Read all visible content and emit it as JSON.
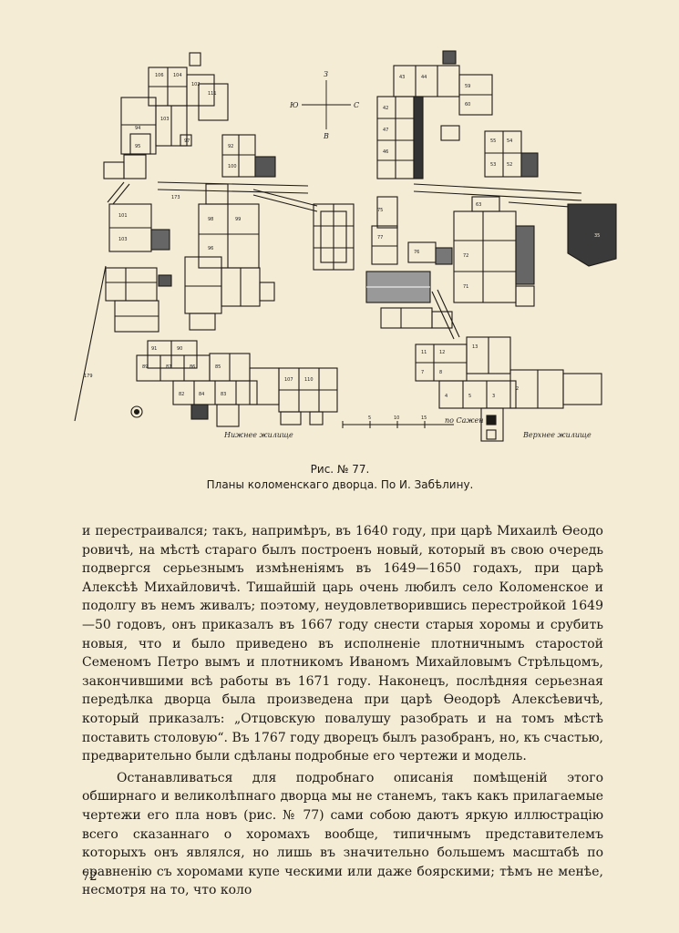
{
  "figure": {
    "compass": {
      "north": "З",
      "south": "В",
      "west": "Ю",
      "east": "С"
    },
    "label_left": "Нижнее жилище",
    "label_right": "Верхнее жилище",
    "scale_label": "по Сажен",
    "scale_ticks": [
      "5",
      "10",
      "15"
    ],
    "room_numbers_left": [
      "106",
      "104",
      "102",
      "111",
      "103",
      "97",
      "94",
      "95",
      "92",
      "100",
      "101",
      "103",
      "98",
      "99",
      "96",
      "91",
      "90",
      "89",
      "87",
      "86",
      "85",
      "82",
      "84",
      "83",
      "107",
      "110",
      "173",
      "179"
    ],
    "room_numbers_right": [
      "43",
      "44",
      "42",
      "47",
      "46",
      "55",
      "54",
      "53",
      "52",
      "59",
      "60",
      "63",
      "75",
      "77",
      "76",
      "72",
      "71",
      "11",
      "12",
      "13",
      "7",
      "8",
      "4",
      "5",
      "3",
      "2",
      "35"
    ]
  },
  "caption": {
    "line1": "Рис. № 77.",
    "line2": "Планы коломенскаго дворца. По И. Забѣлину."
  },
  "paragraph1": {
    "lines": [
      "и перестраивался; такъ, напримѣръ, въ 1640 году, при царѣ Михаилѣ Ѳеодо-",
      "ровичѣ, на мѣстѣ стараго былъ построенъ новый, который въ свою очередь",
      "подвергся серьезнымъ измѣненіямъ въ 1649—1650 годахъ, при царѣ Алексѣѣ",
      "Михайловичѣ. Тишайшій царь очень любилъ село Коломенское и подолгу",
      "въ немъ живалъ; поэтому, неудовлетворившись перестройкой 1649—50 годовъ,",
      "онъ приказалъ въ 1667 году снести старыя хоромы и срубить новыя, что",
      "и было приведено въ исполненіе плотничнымъ старостой Семеномъ Петро-",
      "вымъ и плотникомъ Иваномъ Михайловымъ Стрѣльцомъ, закончившими",
      "всѣ работы въ 1671 году. Наконецъ, послѣдняя серьезная передѣлка дворца",
      "была произведена при царѣ Ѳеодорѣ Алексѣевичѣ, который приказалъ:",
      "„Отцовскую повалушу разобрать и на томъ мѣстѣ поставить столовую“.",
      "Въ 1767 году дворецъ былъ разобранъ, но, къ счастью, предварительно",
      "были сдѣланы подробные его чертежи и модель."
    ]
  },
  "paragraph2": {
    "lines": [
      "Останавливаться для подробнаго описанія помѣщеній этого обширнаго",
      "и великолѣпнаго дворца мы не станемъ, такъ какъ прилагаемые чертежи его пла-",
      "новъ (рис. № 77) сами собою даютъ яркую иллюстрацію всего сказаннаго",
      "о хоромахъ вообще, типичнымъ представителемъ которыхъ онъ являлся, но",
      "лишь въ значительно большемъ масштабѣ по сравненію съ хоромами купе-",
      "ческими или даже боярскими; тѣмъ не менѣе, несмотря на то, что коло-"
    ]
  },
  "page_number": "72"
}
